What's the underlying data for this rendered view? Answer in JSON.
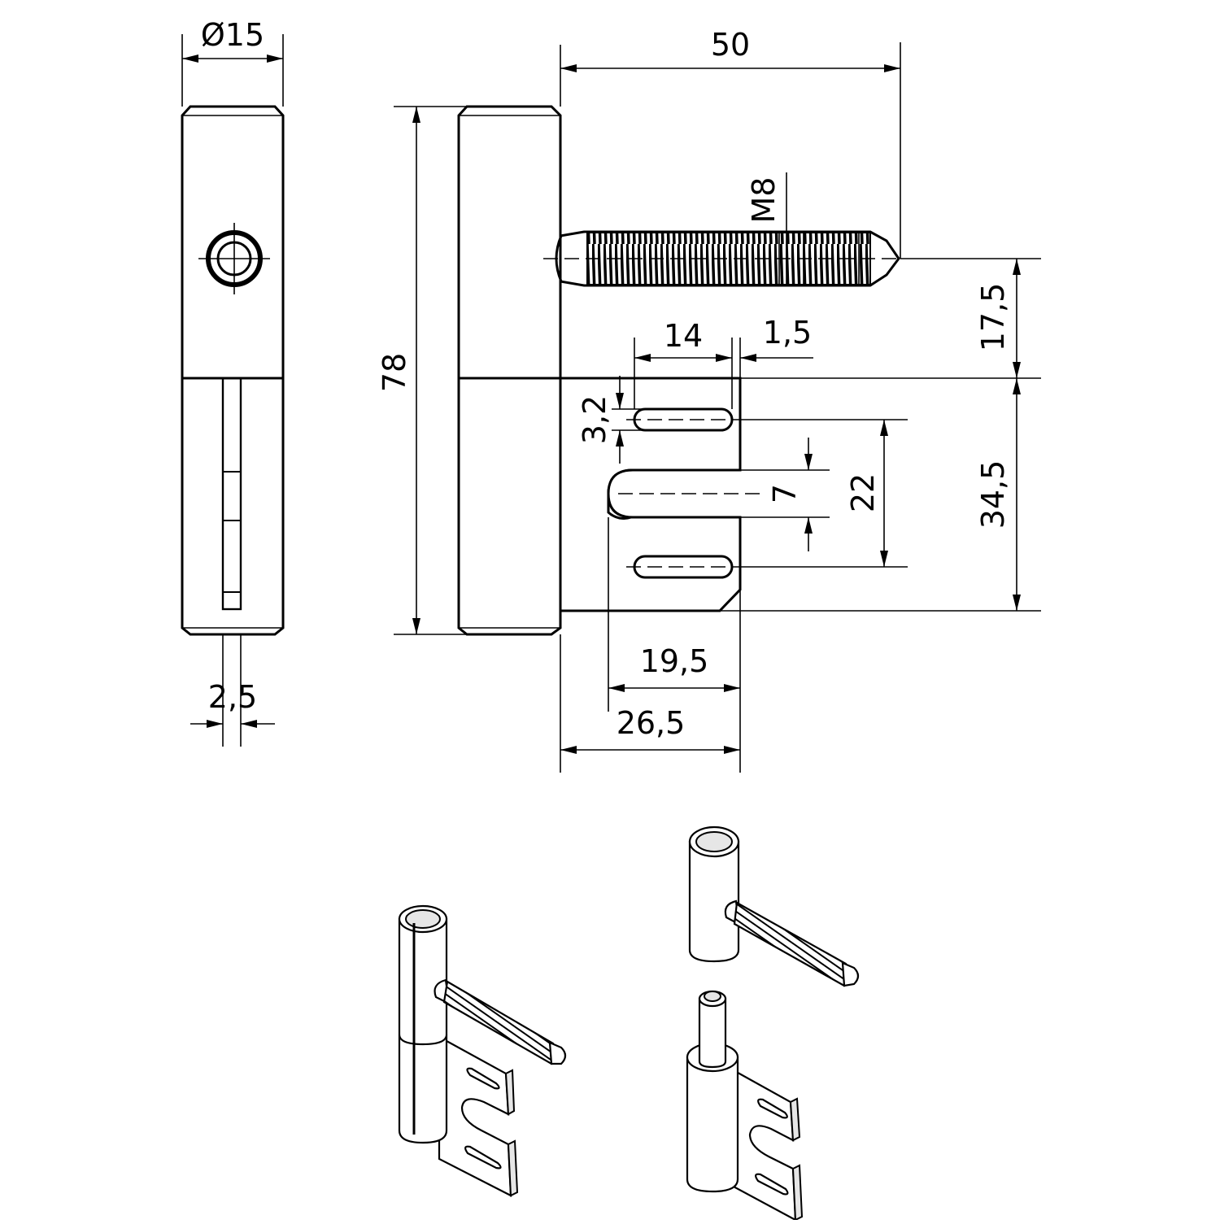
{
  "drawing": {
    "dimensions": {
      "diameter": "Ø15",
      "pin_width": "2,5",
      "total_length": "50",
      "height": "78",
      "thread": "M8",
      "offset_top": "17,5",
      "plate_height": "34,5",
      "slot_length": "14",
      "slot_margin": "1,5",
      "slot_width": "3,2",
      "slot_spacing": "22",
      "center_slot_width": "7",
      "plate_depth": "19,5",
      "total_depth": "26,5"
    }
  }
}
